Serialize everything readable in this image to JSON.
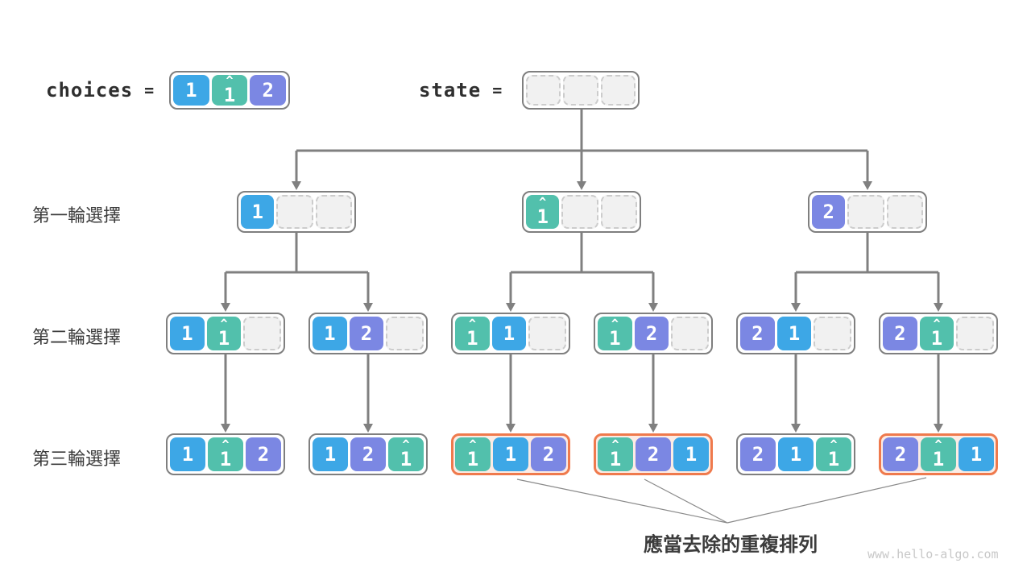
{
  "colors": {
    "cell_1": "#3da7e6",
    "cell_1hat": "#52c0ac",
    "cell_2": "#7b87e3",
    "empty_fill": "#f1f1f1",
    "empty_border": "#cccccc",
    "node_border": "#7f7f7f",
    "edge": "#808080",
    "thin_line": "#8a8a8a",
    "highlight_border": "#ef7a4d",
    "highlight_fill": "#fcebe4",
    "text": "#3c3c3c",
    "watermark_color": "#c8c8c8"
  },
  "header": {
    "choices_label": "choices",
    "choices_equals": "=",
    "choices_cells": [
      "1",
      "1^",
      "2"
    ],
    "state_label": "state",
    "state_equals": "=",
    "state_cells": [
      "",
      "",
      ""
    ]
  },
  "rows": [
    {
      "label": "第一輪選擇",
      "nodes": [
        {
          "cells": [
            "1",
            "",
            ""
          ]
        },
        {
          "cells": [
            "1^",
            "",
            ""
          ]
        },
        {
          "cells": [
            "2",
            "",
            ""
          ]
        }
      ]
    },
    {
      "label": "第二輪選擇",
      "nodes": [
        {
          "cells": [
            "1",
            "1^",
            ""
          ]
        },
        {
          "cells": [
            "1",
            "2",
            ""
          ]
        },
        {
          "cells": [
            "1^",
            "1",
            ""
          ]
        },
        {
          "cells": [
            "1^",
            "2",
            ""
          ]
        },
        {
          "cells": [
            "2",
            "1",
            ""
          ]
        },
        {
          "cells": [
            "2",
            "1^",
            ""
          ]
        }
      ]
    },
    {
      "label": "第三輪選擇",
      "nodes": [
        {
          "cells": [
            "1",
            "1^",
            "2"
          ]
        },
        {
          "cells": [
            "1",
            "2",
            "1^"
          ]
        },
        {
          "cells": [
            "1^",
            "1",
            "2"
          ],
          "highlight": true
        },
        {
          "cells": [
            "1^",
            "2",
            "1"
          ],
          "highlight": true
        },
        {
          "cells": [
            "2",
            "1",
            "1^"
          ]
        },
        {
          "cells": [
            "2",
            "1^",
            "1"
          ],
          "highlight": true
        }
      ]
    }
  ],
  "annotation": "應當去除的重複排列",
  "watermark": "www.hello-algo.com"
}
